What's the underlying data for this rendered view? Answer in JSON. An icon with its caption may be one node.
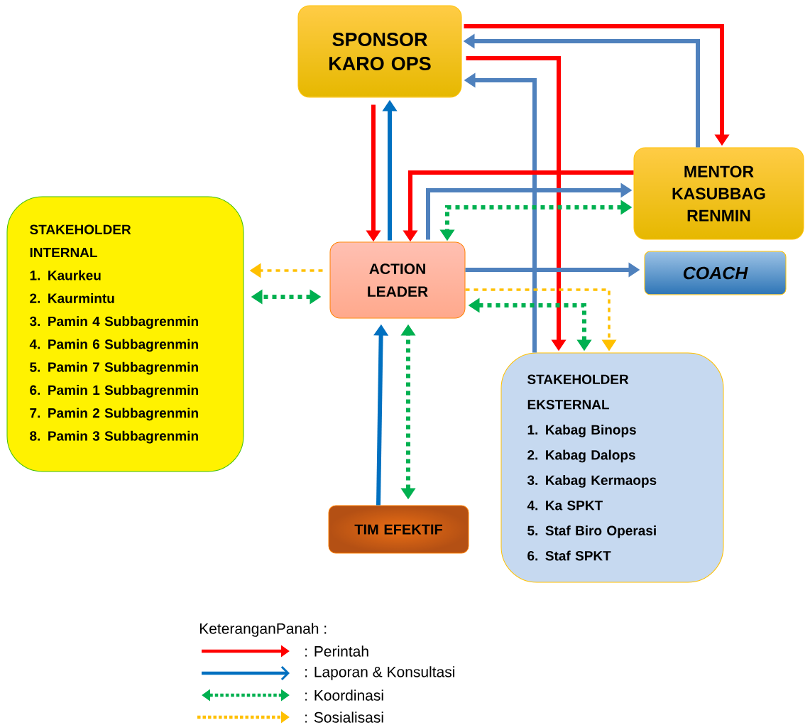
{
  "diagram": {
    "nodes": [
      {
        "text": [
          "SPONSOR KARO OPS"
        ]
      },
      {
        "text": [
          "MENTOR KASUBBAG RENMIN"
        ]
      },
      {
        "text": [
          "STAKEHOLDER INTERNAL",
          "1. Kaurkeu",
          "2. Kaurmintu",
          "3. Pamin 4 Subbagrenmin",
          "4. Pamin 6 Subbagrenmin",
          "5. Pamin 7 Subbagrenmin",
          "6. Pamin 1 Subbagrenmin",
          "7. Pamin 2 Subbagrenmin",
          "8. Pamin 3 Subbagrenmin"
        ]
      },
      {
        "text": [
          "ACTION LEADER"
        ]
      },
      {
        "text": [
          "COACH"
        ]
      },
      {
        "text": [
          "TIM EFEKTIF"
        ]
      },
      {
        "text": [
          "STAKEHOLDER EKSTERNAL",
          "1. Kabag Binops",
          "2. Kabag Dalops",
          "3. Kabag Kermaops",
          "4. Ka SPKT",
          "5. Staf Biro Operasi",
          "6. Staf SPKT"
        ]
      }
    ],
    "edges": [
      {
        "from": 0,
        "to": 3,
        "arrow": "to",
        "color": "#ff0000"
      },
      {
        "from": 3,
        "to": 0,
        "arrow": "to",
        "color": "#0070c0"
      },
      {
        "from": 0,
        "to": 1,
        "arrow": "to",
        "color": "#ff0000"
      },
      {
        "from": 1,
        "to": 0,
        "arrow": "to",
        "color": "#4f81bd"
      },
      {
        "from": 0,
        "to": 6,
        "arrow": "to",
        "color": "#ff0000"
      },
      {
        "from": 6,
        "to": 0,
        "arrow": "to",
        "color": "#4f81bd"
      },
      {
        "from": 1,
        "to": 3,
        "arrow": "to",
        "color": "#ff0000"
      },
      {
        "from": 3,
        "to": 1,
        "arrow": "to",
        "color": "#4f81bd"
      },
      {
        "from": 1,
        "to": 3,
        "arrow": "both",
        "style": "dashed",
        "color": "#00b050"
      },
      {
        "from": 3,
        "to": 4,
        "arrow": "to",
        "color": "#4f81bd"
      },
      {
        "from": 3,
        "to": 2,
        "arrow": "to",
        "style": "dashed",
        "color": "#ffc000"
      },
      {
        "from": 3,
        "to": 2,
        "arrow": "both",
        "style": "dashed",
        "color": "#00b050"
      },
      {
        "from": 3,
        "to": 6,
        "arrow": "both",
        "style": "dashed",
        "color": "#00b050"
      },
      {
        "from": 3,
        "to": 6,
        "arrow": "to",
        "style": "dashed",
        "color": "#ffc000"
      },
      {
        "from": 5,
        "to": 3,
        "arrow": "to",
        "color": "#0070c0"
      },
      {
        "from": 5,
        "to": 3,
        "arrow": "both",
        "style": "dashed",
        "color": "#00b050"
      }
    ],
    "labels": [
      "KeteranganPanah :"
    ],
    "legend": [
      {
        "text": ": Perintah"
      },
      {
        "text": ": Laporan & Konsultasi"
      },
      {
        "text": ": Koordinasi"
      },
      {
        "text": ": Sosialisasi"
      }
    ]
  }
}
